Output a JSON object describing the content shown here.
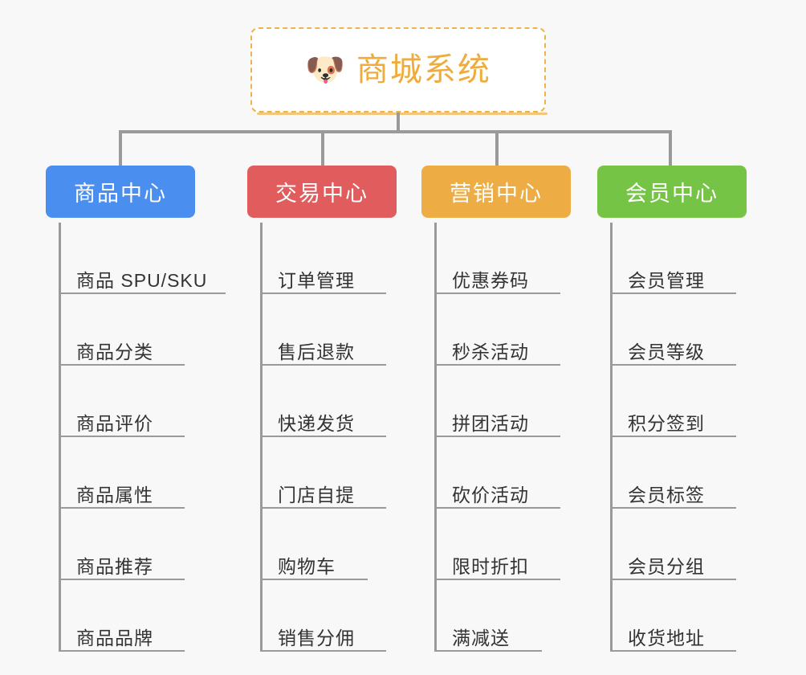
{
  "background_color": "#f8f8f8",
  "root": {
    "icon": "dog-face-emoji",
    "icon_glyph": "🐶",
    "title": "商城系统",
    "text_color": "#efab3c",
    "border_color": "#f0b24a",
    "background": "#ffffff"
  },
  "connector_color": "#9a9a9a",
  "branches": [
    {
      "id": "product-center",
      "title": "商品中心",
      "color": "#4a8ff0",
      "items": [
        "商品 SPU/SKU",
        "商品分类",
        "商品评价",
        "商品属性",
        "商品推荐",
        "商品品牌"
      ]
    },
    {
      "id": "trade-center",
      "title": "交易中心",
      "color": "#e15c5c",
      "items": [
        "订单管理",
        "售后退款",
        "快递发货",
        "门店自提",
        "购物车",
        "销售分佣"
      ]
    },
    {
      "id": "marketing-center",
      "title": "营销中心",
      "color": "#edad44",
      "items": [
        "优惠券码",
        "秒杀活动",
        "拼团活动",
        "砍价活动",
        "限时折扣",
        "满减送"
      ]
    },
    {
      "id": "member-center",
      "title": "会员中心",
      "color": "#76c champagne"
    }
  ]
}
